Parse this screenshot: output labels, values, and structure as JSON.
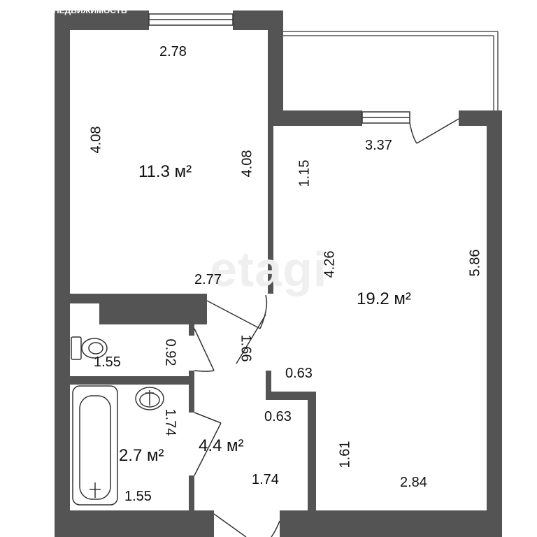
{
  "brand_text": "НЕДВИЖИМОСТЬ",
  "watermark": "etagi",
  "colors": {
    "wall": "#545454",
    "line": "#333333",
    "background": "#ffffff"
  },
  "rooms": {
    "bedroom": {
      "area": "11.3 м²",
      "top": "2.78",
      "left": "4.08",
      "right": "4.08",
      "bottom": "2.77"
    },
    "living": {
      "area": "19.2 м²",
      "top": "3.37",
      "left_upper": "1.15",
      "left_mid": "4.26",
      "right": "5.86",
      "notch_h": "0.63",
      "notch_v": "0.63",
      "left_lower": "1.61",
      "bottom": "2.84"
    },
    "wc": {
      "width": "1.55",
      "height": "0.92"
    },
    "bath": {
      "area": "2.7 м²",
      "height": "1.74",
      "width": "1.55"
    },
    "hall": {
      "area": "4.4 м²",
      "diag": "1.66",
      "bottom": "1.74"
    }
  }
}
